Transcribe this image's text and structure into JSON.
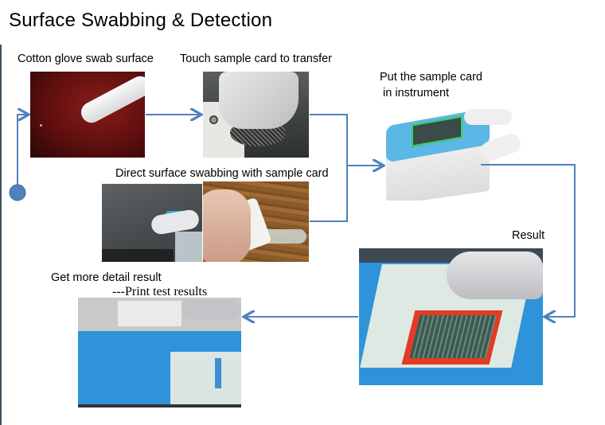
{
  "title": "Surface Swabbing & Detection",
  "colors": {
    "connector": "#4f81bd",
    "start_node": "#4f81bd",
    "device_blue": "#2f8fd8"
  },
  "steps": [
    {
      "id": "cotton-glove",
      "label": "Cotton glove swab surface",
      "image": "gloved finger swabbing red surface"
    },
    {
      "id": "touch-card",
      "label": "Touch sample card to transfer",
      "image": "gloved finger pressing sample card"
    },
    {
      "id": "direct-swab",
      "label": "Direct surface swabbing with sample card",
      "images": [
        "gloved hand swabbing with card",
        "hand wiping wood surface with sample card"
      ]
    },
    {
      "id": "put-card",
      "label_line1": "Put the sample card",
      "label_line2": " in instrument",
      "image": "inserting sample card into blue instrument"
    },
    {
      "id": "result",
      "label": "Result",
      "image": "finger pointing at result grid on instrument screen"
    },
    {
      "id": "detail",
      "label_line1": "Get more detail result",
      "label_line2": "---Print test results",
      "image": "printed result slip from instrument"
    }
  ]
}
